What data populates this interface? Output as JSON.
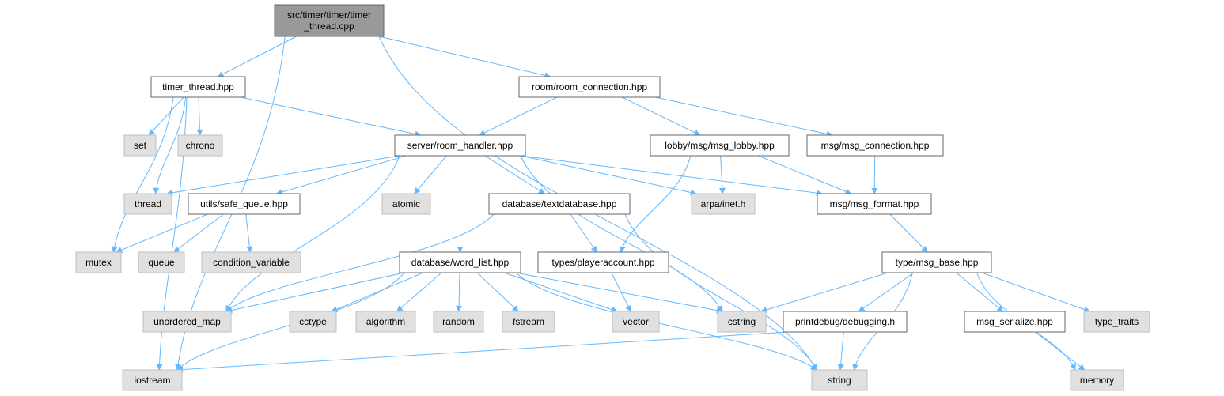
{
  "diagram": {
    "colors": {
      "edge": "#63b8ff",
      "root_fill": "#999999",
      "file_fill": "#ffffff",
      "system_fill": "#e0e0e0",
      "file_border": "#666666",
      "system_border": "#bfbfbf"
    },
    "nodes": [
      {
        "id": "root",
        "kind": "root",
        "lines": [
          "src/timer/timer/timer",
          "_thread.cpp"
        ]
      },
      {
        "id": "timer_thread",
        "kind": "file",
        "lines": [
          "timer_thread.hpp"
        ]
      },
      {
        "id": "room_connection",
        "kind": "file",
        "lines": [
          "room/room_connection.hpp"
        ]
      },
      {
        "id": "set",
        "kind": "system",
        "lines": [
          "set"
        ]
      },
      {
        "id": "chrono",
        "kind": "system",
        "lines": [
          "chrono"
        ]
      },
      {
        "id": "room_handler",
        "kind": "file",
        "lines": [
          "server/room_handler.hpp"
        ]
      },
      {
        "id": "msg_lobby",
        "kind": "file",
        "lines": [
          "lobby/msg/msg_lobby.hpp"
        ]
      },
      {
        "id": "msg_connection",
        "kind": "file",
        "lines": [
          "msg/msg_connection.hpp"
        ]
      },
      {
        "id": "thread",
        "kind": "system",
        "lines": [
          "thread"
        ]
      },
      {
        "id": "safe_queue",
        "kind": "file",
        "lines": [
          "utils/safe_queue.hpp"
        ]
      },
      {
        "id": "atomic",
        "kind": "system",
        "lines": [
          "atomic"
        ]
      },
      {
        "id": "textdatabase",
        "kind": "file",
        "lines": [
          "database/textdatabase.hpp"
        ]
      },
      {
        "id": "arpa_inet",
        "kind": "system",
        "lines": [
          "arpa/inet.h"
        ]
      },
      {
        "id": "msg_format",
        "kind": "file",
        "lines": [
          "msg/msg_format.hpp"
        ]
      },
      {
        "id": "mutex",
        "kind": "system",
        "lines": [
          "mutex"
        ]
      },
      {
        "id": "queue",
        "kind": "system",
        "lines": [
          "queue"
        ]
      },
      {
        "id": "condition_variable",
        "kind": "system",
        "lines": [
          "condition_variable"
        ]
      },
      {
        "id": "word_list",
        "kind": "file",
        "lines": [
          "database/word_list.hpp"
        ]
      },
      {
        "id": "playeraccount",
        "kind": "file",
        "lines": [
          "types/playeraccount.hpp"
        ]
      },
      {
        "id": "msg_base",
        "kind": "file",
        "lines": [
          "type/msg_base.hpp"
        ]
      },
      {
        "id": "unordered_map",
        "kind": "system",
        "lines": [
          "unordered_map"
        ]
      },
      {
        "id": "cctype",
        "kind": "system",
        "lines": [
          "cctype"
        ]
      },
      {
        "id": "algorithm",
        "kind": "system",
        "lines": [
          "algorithm"
        ]
      },
      {
        "id": "random",
        "kind": "system",
        "lines": [
          "random"
        ]
      },
      {
        "id": "fstream",
        "kind": "system",
        "lines": [
          "fstream"
        ]
      },
      {
        "id": "vector",
        "kind": "system",
        "lines": [
          "vector"
        ]
      },
      {
        "id": "cstring",
        "kind": "system",
        "lines": [
          "cstring"
        ]
      },
      {
        "id": "debugging",
        "kind": "file",
        "lines": [
          "printdebug/debugging.h"
        ]
      },
      {
        "id": "msg_serialize",
        "kind": "file",
        "lines": [
          "msg_serialize.hpp"
        ]
      },
      {
        "id": "type_traits",
        "kind": "system",
        "lines": [
          "type_traits"
        ]
      },
      {
        "id": "iostream",
        "kind": "system",
        "lines": [
          "iostream"
        ]
      },
      {
        "id": "string",
        "kind": "system",
        "lines": [
          "string"
        ]
      },
      {
        "id": "memory",
        "kind": "system",
        "lines": [
          "memory"
        ]
      }
    ],
    "edges": [
      [
        "root",
        "timer_thread"
      ],
      [
        "root",
        "room_connection"
      ],
      [
        "root",
        "iostream"
      ],
      [
        "root",
        "string"
      ],
      [
        "timer_thread",
        "set"
      ],
      [
        "timer_thread",
        "chrono"
      ],
      [
        "timer_thread",
        "thread"
      ],
      [
        "timer_thread",
        "mutex"
      ],
      [
        "timer_thread",
        "iostream"
      ],
      [
        "timer_thread",
        "room_handler"
      ],
      [
        "room_connection",
        "room_handler"
      ],
      [
        "room_connection",
        "msg_lobby"
      ],
      [
        "room_connection",
        "msg_connection"
      ],
      [
        "room_handler",
        "thread"
      ],
      [
        "room_handler",
        "safe_queue"
      ],
      [
        "room_handler",
        "atomic"
      ],
      [
        "room_handler",
        "textdatabase"
      ],
      [
        "room_handler",
        "word_list"
      ],
      [
        "room_handler",
        "arpa_inet"
      ],
      [
        "room_handler",
        "msg_format"
      ],
      [
        "room_handler",
        "unordered_map"
      ],
      [
        "room_handler",
        "cstring"
      ],
      [
        "msg_lobby",
        "arpa_inet"
      ],
      [
        "msg_lobby",
        "msg_format"
      ],
      [
        "msg_lobby",
        "playeraccount"
      ],
      [
        "msg_connection",
        "msg_format"
      ],
      [
        "safe_queue",
        "mutex"
      ],
      [
        "safe_queue",
        "queue"
      ],
      [
        "safe_queue",
        "condition_variable"
      ],
      [
        "textdatabase",
        "unordered_map"
      ],
      [
        "textdatabase",
        "playeraccount"
      ],
      [
        "textdatabase",
        "string"
      ],
      [
        "msg_format",
        "msg_base"
      ],
      [
        "word_list",
        "unordered_map"
      ],
      [
        "word_list",
        "cctype"
      ],
      [
        "word_list",
        "algorithm"
      ],
      [
        "word_list",
        "random"
      ],
      [
        "word_list",
        "fstream"
      ],
      [
        "word_list",
        "vector"
      ],
      [
        "word_list",
        "cstring"
      ],
      [
        "word_list",
        "iostream"
      ],
      [
        "word_list",
        "string"
      ],
      [
        "playeraccount",
        "vector"
      ],
      [
        "msg_base",
        "cstring"
      ],
      [
        "msg_base",
        "debugging"
      ],
      [
        "msg_base",
        "msg_serialize"
      ],
      [
        "msg_base",
        "type_traits"
      ],
      [
        "msg_base",
        "string"
      ],
      [
        "msg_base",
        "memory"
      ],
      [
        "debugging",
        "iostream"
      ],
      [
        "debugging",
        "string"
      ],
      [
        "msg_serialize",
        "memory"
      ]
    ]
  }
}
